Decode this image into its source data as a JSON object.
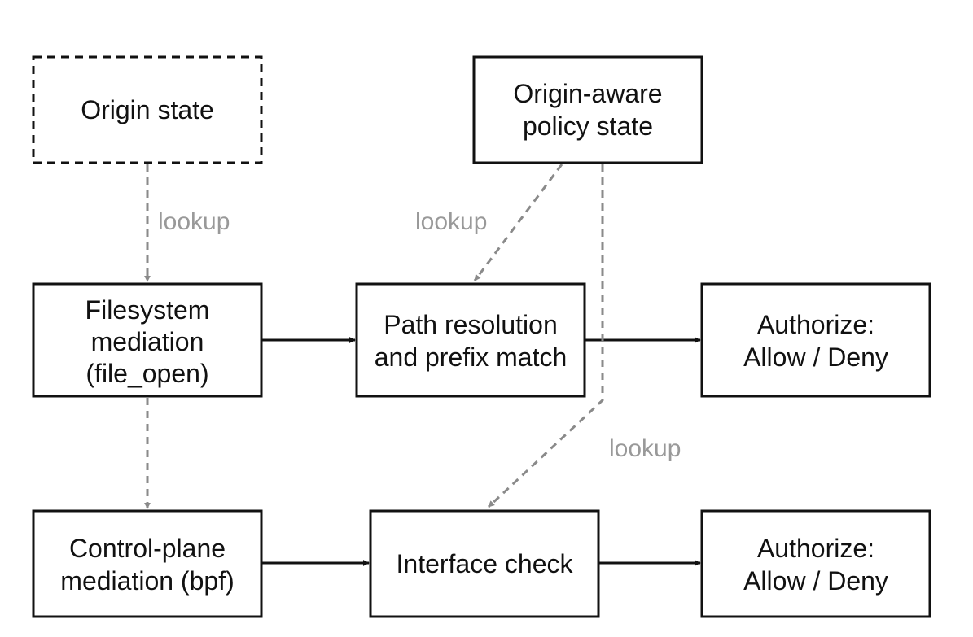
{
  "colors": {
    "box_stroke": "#111111",
    "solid_arrow": "#111111",
    "dashed_arrow": "#8a8a8a",
    "label_text": "#999999"
  },
  "nodes": {
    "origin_state": {
      "line1": "Origin state",
      "dashed": true
    },
    "policy_state": {
      "line1": "Origin-aware",
      "line2": "policy state"
    },
    "fs_mediation": {
      "line1": "Filesystem",
      "line2": "mediation",
      "line3": "(file_open)"
    },
    "path_resolution": {
      "line1": "Path resolution",
      "line2": "and prefix match"
    },
    "authorize_top": {
      "line1": "Authorize:",
      "line2": "Allow / Deny"
    },
    "cp_mediation": {
      "line1": "Control-plane",
      "line2": "mediation (bpf)"
    },
    "interface_check": {
      "line1": "Interface check"
    },
    "authorize_bottom": {
      "line1": "Authorize:",
      "line2": "Allow / Deny"
    }
  },
  "edge_labels": {
    "origin_lookup": "lookup",
    "policy_path_lookup": "lookup",
    "policy_interface_lookup": "lookup"
  }
}
